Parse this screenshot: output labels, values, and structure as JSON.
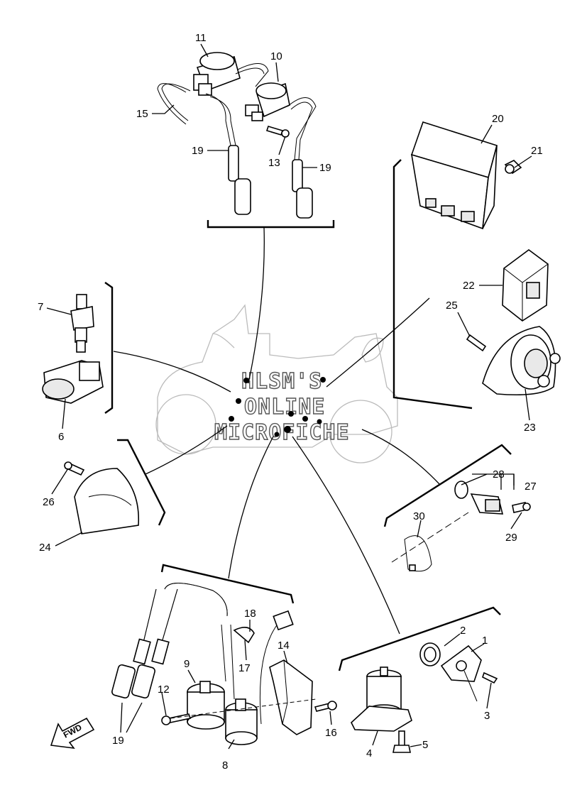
{
  "callouts": {
    "c1": "1",
    "c2": "2",
    "c3": "3",
    "c4": "4",
    "c5": "5",
    "c6": "6",
    "c7": "7",
    "c8": "8",
    "c9": "9",
    "c10": "10",
    "c11": "11",
    "c12": "12",
    "c13": "13",
    "c14": "14",
    "c15": "15",
    "c16": "16",
    "c17": "17",
    "c18": "18",
    "c19a": "19",
    "c19b": "19",
    "c19c": "19",
    "c20": "20",
    "c21": "21",
    "c22": "22",
    "c23": "23",
    "c24": "24",
    "c25": "25",
    "c26": "26",
    "c27": "27",
    "c28": "28",
    "c29": "29",
    "c30": "30"
  },
  "watermark": {
    "line1": "HLSM'S",
    "line2": "ONLINE",
    "line3": "MICROFICHE"
  },
  "fwd_label": "FWD"
}
